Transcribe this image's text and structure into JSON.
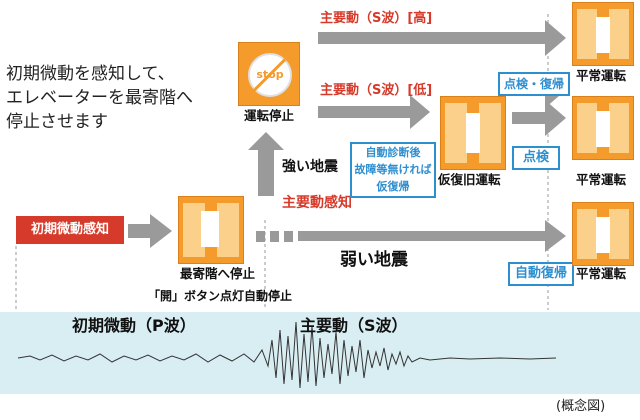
{
  "intro": {
    "line1": "初期微動を感知して、",
    "line2": "エレベーターを最寄階へ",
    "line3": "停止させます"
  },
  "labels": {
    "stop_sign": "stop",
    "operation_stop": "運転停止",
    "main_high": "主要動（S波）[高]",
    "main_low": "主要動（S波）[低]",
    "strong_quake": "強い地震",
    "main_detect": "主要動感知",
    "self_diag_1": "自動診断後",
    "self_diag_2": "故障等無ければ",
    "self_diag_3": "仮復帰",
    "temp_restore": "仮復旧運転",
    "weak_quake": "弱い地震",
    "initial_detect": "初期微動感知",
    "nearest_1": "最寄階へ停止",
    "nearest_2": "「開」ボタン点灯自動停止",
    "inspect_restore": "点検・復帰",
    "inspect": "点検",
    "auto_restore": "自動復帰",
    "normal_1": "平常運転",
    "normal_2": "平常運転",
    "normal_3": "平常運転",
    "p_wave": "初期微動（P波）",
    "s_wave": "主要動（S波）",
    "note": "(概念図)"
  },
  "colors": {
    "orange": "#f49b2c",
    "red": "#d63a2a",
    "blue": "#2e8fd0",
    "arrow_gray": "#9a9a9a",
    "strip": "#d9eef3"
  }
}
